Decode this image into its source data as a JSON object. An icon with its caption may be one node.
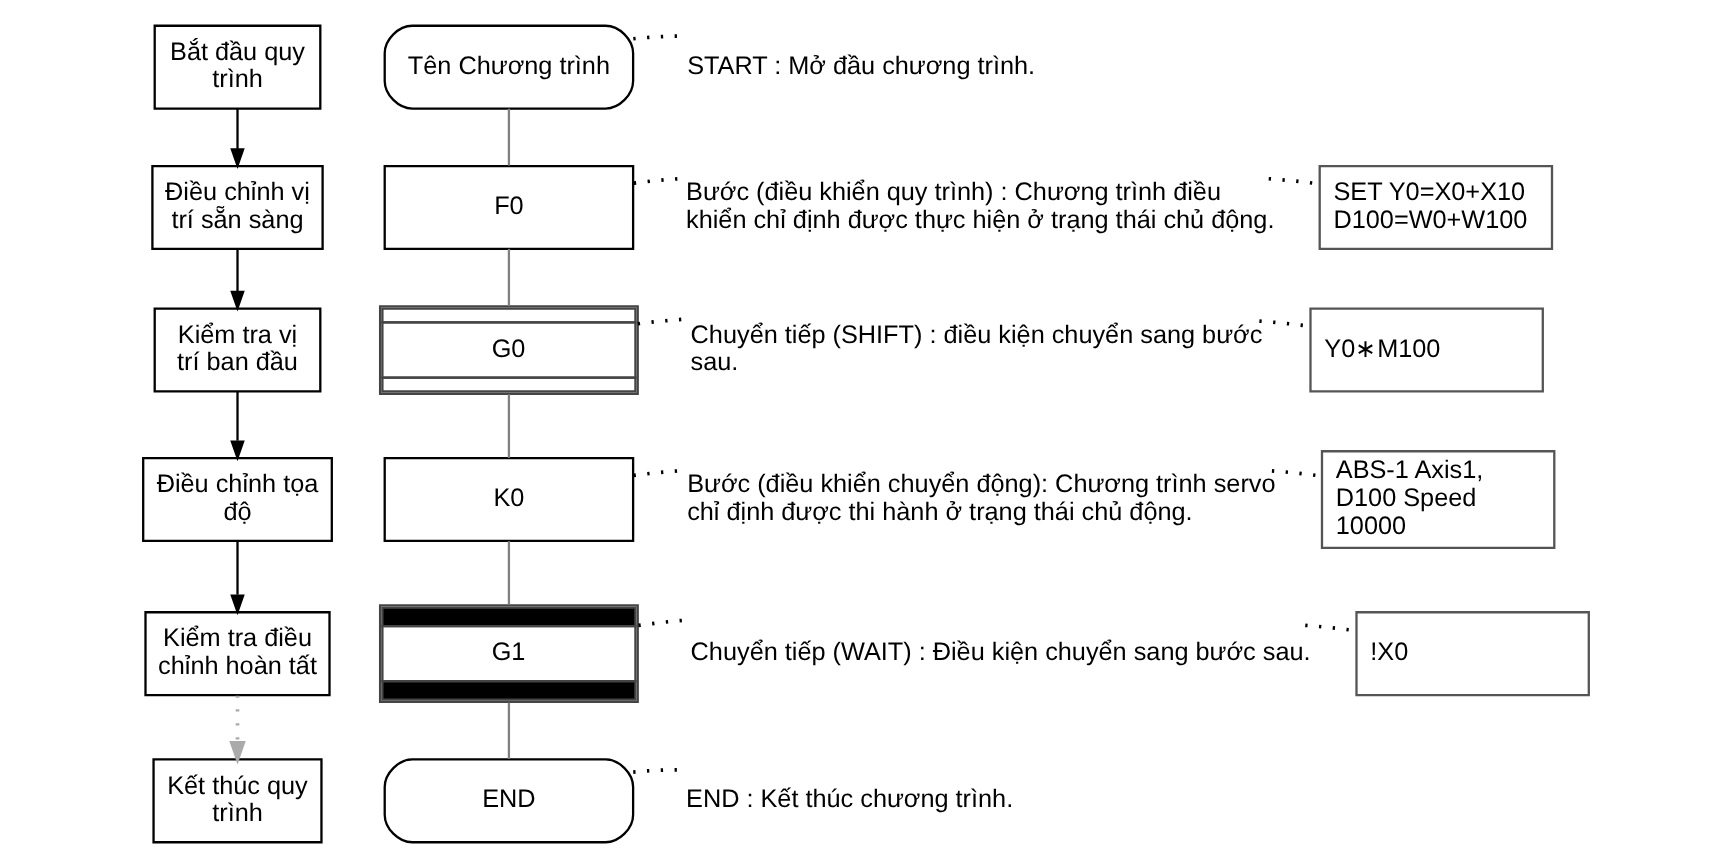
{
  "diagram": {
    "nodes": [
      {
        "text": [
          "Bắt đầu quy trình"
        ]
      },
      {
        "text": [
          "Điều chỉnh vị trí sẵn sàng"
        ]
      },
      {
        "text": [
          "Kiểm tra vị trí ban đầu"
        ]
      },
      {
        "text": [
          "Điều chỉnh tọa độ"
        ]
      },
      {
        "text": [
          "Kiểm tra điều chỉnh hoàn tất"
        ]
      },
      {
        "text": [
          "Kết thúc quy trình"
        ]
      },
      {
        "text": [
          "Tên Chương trình"
        ]
      },
      {
        "text": [
          "F0"
        ]
      },
      {
        "text": [
          "G0"
        ]
      },
      {
        "text": [
          "K0"
        ]
      },
      {
        "text": [
          "G1"
        ]
      },
      {
        "text": [
          "END"
        ]
      },
      {
        "text": [
          "START : Mở đầu chương trình."
        ]
      },
      {
        "text": [
          "Bước (điều khiển quy trình) : Chương trình điều khiển chỉ định được thực hiện ở trạng thái chủ động."
        ]
      },
      {
        "text": [
          "Chuyển tiếp (SHIFT) : điều kiện chuyển sang bước sau."
        ]
      },
      {
        "text": [
          "Bước (điều khiển chuyển động): Chương trình servo chỉ định được thi hành ở trạng thái chủ động."
        ]
      },
      {
        "text": [
          "Chuyển tiếp (WAIT) : Điều kiện chuyển sang bước sau."
        ]
      },
      {
        "text": [
          "END : Kết thúc chương trình."
        ]
      },
      {
        "text": [
          "SET Y0=X0+X10 D100=W0+W100"
        ]
      },
      {
        "text": [
          "Y0∗M100"
        ]
      },
      {
        "text": [
          "ABS-1 Axis1, D100 Speed  10000"
        ]
      },
      {
        "text": [
          "!X0"
        ]
      }
    ],
    "edges": [
      {
        "from": 0,
        "to": 1,
        "arrow": "to"
      },
      {
        "from": 1,
        "to": 2,
        "arrow": "to"
      },
      {
        "from": 2,
        "to": 3,
        "arrow": "to"
      },
      {
        "from": 3,
        "to": 4,
        "arrow": "to"
      },
      {
        "from": 4,
        "to": 5,
        "arrow": "to",
        "style": "dashed",
        "color": "#aaaaaa"
      },
      {
        "from": 6,
        "to": 7,
        "arrow": "none",
        "color": "#808080"
      },
      {
        "from": 7,
        "to": 8,
        "arrow": "none",
        "color": "#808080"
      },
      {
        "from": 8,
        "to": 9,
        "arrow": "none",
        "color": "#808080"
      },
      {
        "from": 9,
        "to": 10,
        "arrow": "none",
        "color": "#808080"
      },
      {
        "from": 10,
        "to": 11,
        "arrow": "none",
        "color": "#808080"
      },
      {
        "from": 6,
        "to": 12,
        "arrow": "none",
        "style": "dashed"
      },
      {
        "from": 7,
        "to": 13,
        "arrow": "none",
        "style": "dashed"
      },
      {
        "from": 8,
        "to": 14,
        "arrow": "none",
        "style": "dashed"
      },
      {
        "from": 9,
        "to": 15,
        "arrow": "none",
        "style": "dashed"
      },
      {
        "from": 10,
        "to": 16,
        "arrow": "none",
        "style": "dashed"
      },
      {
        "from": 11,
        "to": 17,
        "arrow": "none",
        "style": "dashed"
      },
      {
        "from": 13,
        "to": 18,
        "arrow": "none",
        "style": "dashed"
      },
      {
        "from": 14,
        "to": 19,
        "arrow": "none",
        "style": "dashed"
      },
      {
        "from": 15,
        "to": 20,
        "arrow": "none",
        "style": "dashed"
      },
      {
        "from": 16,
        "to": 21,
        "arrow": "none",
        "style": "dashed"
      }
    ]
  }
}
